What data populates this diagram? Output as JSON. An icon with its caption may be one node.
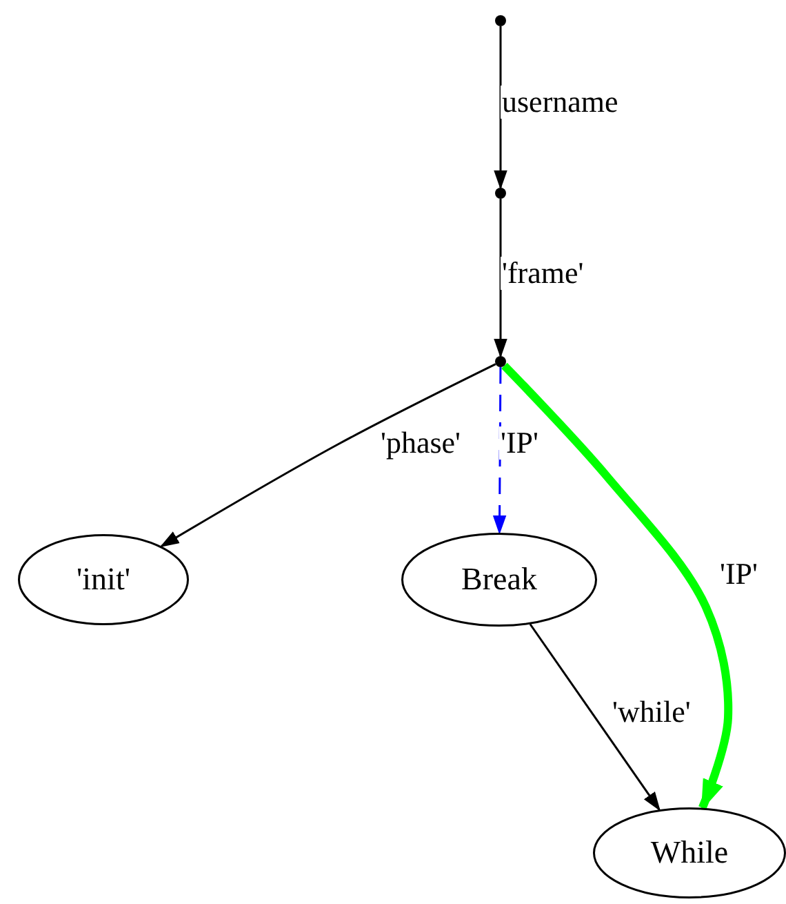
{
  "diagram": {
    "nodes": [
      {
        "text": [],
        "shape": "circle"
      },
      {
        "text": [],
        "shape": "circle"
      },
      {
        "text": [],
        "shape": "circle"
      },
      {
        "text": [
          "'init'"
        ]
      },
      {
        "text": [
          "Break"
        ]
      },
      {
        "text": [
          "While"
        ]
      }
    ],
    "edges": [
      {
        "from": 0,
        "to": 1,
        "arrow": "to",
        "label": "username"
      },
      {
        "from": 1,
        "to": 2,
        "arrow": "to",
        "label": "'frame'"
      },
      {
        "from": 2,
        "to": 3,
        "arrow": "to",
        "label": "'phase'"
      },
      {
        "from": 2,
        "to": 4,
        "arrow": "to",
        "label": "'IP'",
        "style": "dashed",
        "color": "#0000ff"
      },
      {
        "from": 2,
        "to": 5,
        "arrow": "to",
        "label": "'IP'",
        "style": "thick",
        "color": "#00ff00"
      },
      {
        "from": 4,
        "to": 5,
        "arrow": "to",
        "label": "'while'"
      }
    ]
  }
}
